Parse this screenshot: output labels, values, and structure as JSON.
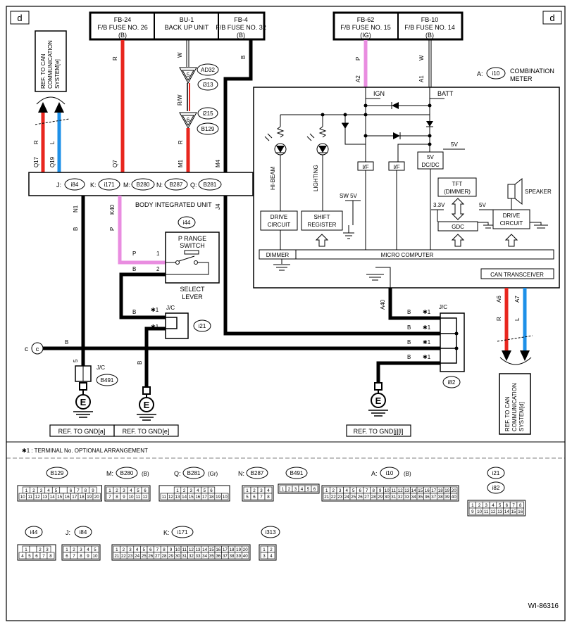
{
  "corner_left": "d",
  "corner_right": "d",
  "fuses": {
    "fb24": {
      "l1": "FB-24",
      "l2": "F/B FUSE NO. 26",
      "l3": "(B)"
    },
    "bu1": {
      "l1": "BU-1",
      "l2": "BACK UP UNIT"
    },
    "fb4": {
      "l1": "FB-4",
      "l2": "F/B FUSE NO. 32",
      "l3": "(B)"
    },
    "fb62": {
      "l1": "FB-62",
      "l2": "F/B FUSE NO. 15",
      "l3": "(IG)"
    },
    "fb10": {
      "l1": "FB-10",
      "l2": "F/B FUSE NO. 14",
      "l3": "(B)"
    }
  },
  "ref_can_top": [
    "REF. TO CAN",
    "COMMUNICATION",
    "SYSTEM[e]"
  ],
  "ref_can_bottom": [
    "REF. TO CAN",
    "COMMUNICATION",
    "SYSTEM[d]"
  ],
  "combination_meter": {
    "prefix": "A:",
    "code": "i10",
    "title1": "COMBINATION",
    "title2": "METER"
  },
  "connectors_mid": {
    "ad32": "AD32",
    "i313": "i313",
    "i215": "i215",
    "b129": "B129",
    "pin5": "5",
    "pin6": "6"
  },
  "wire_colors": {
    "R": "R",
    "W": "W",
    "B": "B",
    "P": "P",
    "L": "L",
    "RW": "R/W"
  },
  "pins": {
    "Q17": "Q17",
    "Q19": "Q19",
    "Q7": "Q7",
    "M1": "M1",
    "M4": "M4",
    "A2": "A2",
    "A1": "A1",
    "N1": "N1",
    "K40": "K40",
    "J4": "J4",
    "A40": "A40",
    "A6": "A6",
    "A7": "A7",
    "p1": "1",
    "p2": "2",
    "p5": "5"
  },
  "biu": {
    "title": "BODY INTEGRATED UNIT",
    "j": "J:",
    "j_code": "i84",
    "k": "K:",
    "k_code": "i171",
    "m": "M:",
    "m_code": "B280",
    "n": "N:",
    "n_code": "B287",
    "q": "Q:",
    "q_code": "B281"
  },
  "meter": {
    "ign": "IGN",
    "batt": "BATT",
    "hibeam": "HI-BEAM",
    "lighting": "LIGHTING",
    "if": "I/F",
    "dc1": "5V",
    "dc2": "DC/DC",
    "v5": "5V",
    "sw5v": "SW 5V",
    "tft1": "TFT",
    "tft2": "(DIMMER)",
    "speaker": "SPEAKER",
    "v33": "3.3V",
    "gdc": "GDC",
    "drive1": "DRIVE",
    "drive2": "CIRCUIT",
    "shift1": "SHIFT",
    "shift2": "REGISTER",
    "dimmer": "DIMMER",
    "micro": "MICRO COMPUTER",
    "can": "CAN TRANSCEIVER"
  },
  "select_lever": {
    "code": "i44",
    "sw1": "P RANGE",
    "sw2": "SWITCH",
    "lbl1": "SELECT",
    "lbl2": "LEVER"
  },
  "jc": {
    "label": "J/C",
    "star": "✱1",
    "i21": "i21",
    "i82": "i82",
    "b491": "B491"
  },
  "cpoint": "c",
  "ground": "E",
  "refs": {
    "gnd_a": "REF. TO GND[a]",
    "gnd_e": "REF. TO GND[e]",
    "gnd_jl": "REF. TO GND[j][l]"
  },
  "note": "✱1 : TERMINAL No. OPTIONAL ARRANGEMENT",
  "conn_list": {
    "b129": "B129",
    "m": "M:",
    "b280": "B280",
    "b280_c": "(B)",
    "q": "Q:",
    "b281": "B281",
    "b281_c": "(Gr)",
    "n": "N:",
    "b287": "B287",
    "b491": "B491",
    "a": "A:",
    "i10": "i10",
    "i10_c": "(B)",
    "i21": "i21",
    "i82": "i82",
    "i44": "i44",
    "j": "J:",
    "i84": "i84",
    "k": "K:",
    "i171": "i171",
    "i313": "i313"
  },
  "pin_rows": {
    "b129": [
      [
        "1",
        "2",
        "3",
        "4",
        "5",
        "",
        "6",
        "7",
        "8",
        "9"
      ],
      [
        "10",
        "11",
        "12",
        "13",
        "14",
        "15",
        "16",
        "17",
        "18",
        "19",
        "20"
      ]
    ],
    "b280": [
      [
        "1",
        "2",
        "3",
        "4",
        "5",
        "6"
      ],
      [
        "7",
        "8",
        "9",
        "10",
        "11",
        "12"
      ]
    ],
    "b281": [
      [
        "1",
        "2",
        "3",
        "4",
        "5",
        "6"
      ],
      [
        "11",
        "12",
        "13",
        "14",
        "15",
        "16",
        "17",
        "18",
        "19",
        "10"
      ]
    ],
    "b287": [
      [
        "1",
        "2",
        "3",
        "4"
      ],
      [
        "5",
        "6",
        "7",
        "8"
      ]
    ],
    "b491": [
      [
        "1",
        "2",
        "3",
        "4",
        "5",
        "6"
      ]
    ],
    "i10": [
      [
        "1",
        "2",
        "3",
        "4",
        "5",
        "6",
        "7",
        "8",
        "9",
        "10",
        "11",
        "12",
        "13",
        "14",
        "15",
        "16",
        "17",
        "18",
        "19",
        "20"
      ],
      [
        "21",
        "22",
        "23",
        "24",
        "25",
        "26",
        "27",
        "28",
        "29",
        "30",
        "31",
        "32",
        "33",
        "34",
        "35",
        "36",
        "37",
        "38",
        "39",
        "40"
      ]
    ],
    "i21": [
      [
        "1",
        "2",
        "3",
        "4",
        "5",
        "6",
        "7",
        "8"
      ],
      [
        "9",
        "10",
        "11",
        "12",
        "13",
        "14",
        "15",
        "16"
      ]
    ],
    "i44": [
      [
        "1",
        "",
        "2",
        "3"
      ],
      [
        "4",
        "5",
        "6",
        "7",
        "8"
      ]
    ],
    "i84": [
      [
        "1",
        "2",
        "3",
        "4",
        "5"
      ],
      [
        "6",
        "7",
        "8",
        "9",
        "10"
      ]
    ],
    "i171": [
      [
        "1",
        "2",
        "3",
        "4",
        "5",
        "6",
        "7",
        "8",
        "9",
        "10",
        "11",
        "12",
        "13",
        "14",
        "15",
        "16",
        "17",
        "18",
        "19",
        "20"
      ],
      [
        "21",
        "22",
        "23",
        "24",
        "25",
        "26",
        "27",
        "28",
        "29",
        "30",
        "31",
        "32",
        "33",
        "34",
        "35",
        "36",
        "37",
        "38",
        "39",
        "40"
      ]
    ],
    "i313": [
      [
        "1",
        "2"
      ],
      [
        "3",
        "4"
      ]
    ]
  },
  "footer": "WI-86316",
  "colors": {
    "red": "#e8261e",
    "blue": "#1e90e8",
    "pink": "#e98de0",
    "black": "#000000"
  }
}
